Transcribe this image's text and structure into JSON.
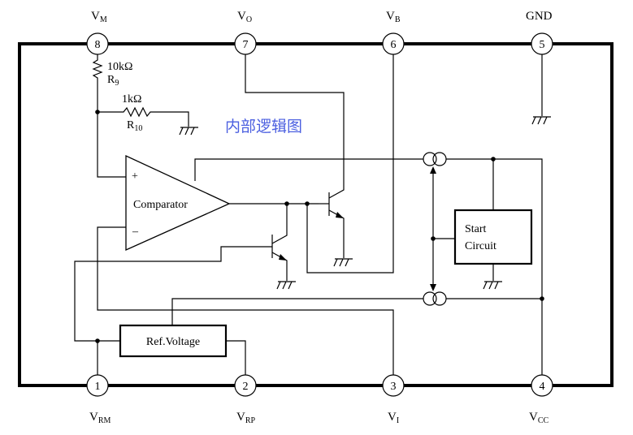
{
  "title": "内部逻辑图",
  "pins": [
    {
      "number": "8",
      "label": "V",
      "sub": "M"
    },
    {
      "number": "7",
      "label": "V",
      "sub": "O"
    },
    {
      "number": "6",
      "label": "V",
      "sub": "B"
    },
    {
      "number": "5",
      "label": "GND",
      "sub": ""
    },
    {
      "number": "1",
      "label": "V",
      "sub": "RM"
    },
    {
      "number": "2",
      "label": "V",
      "sub": "RP"
    },
    {
      "number": "3",
      "label": "V",
      "sub": "I"
    },
    {
      "number": "4",
      "label": "V",
      "sub": "CC"
    }
  ],
  "resistors": {
    "r9": {
      "value": "10kΩ",
      "label": "R",
      "sub": "9"
    },
    "r10": {
      "value": "1kΩ",
      "label": "R",
      "sub": "10"
    }
  },
  "comparator": {
    "label": "Comparator",
    "plus": "+",
    "minus": "–"
  },
  "ref_voltage": {
    "label": "Ref.Voltage"
  },
  "start_circuit": {
    "line1": "Start",
    "line2": "Circuit"
  }
}
